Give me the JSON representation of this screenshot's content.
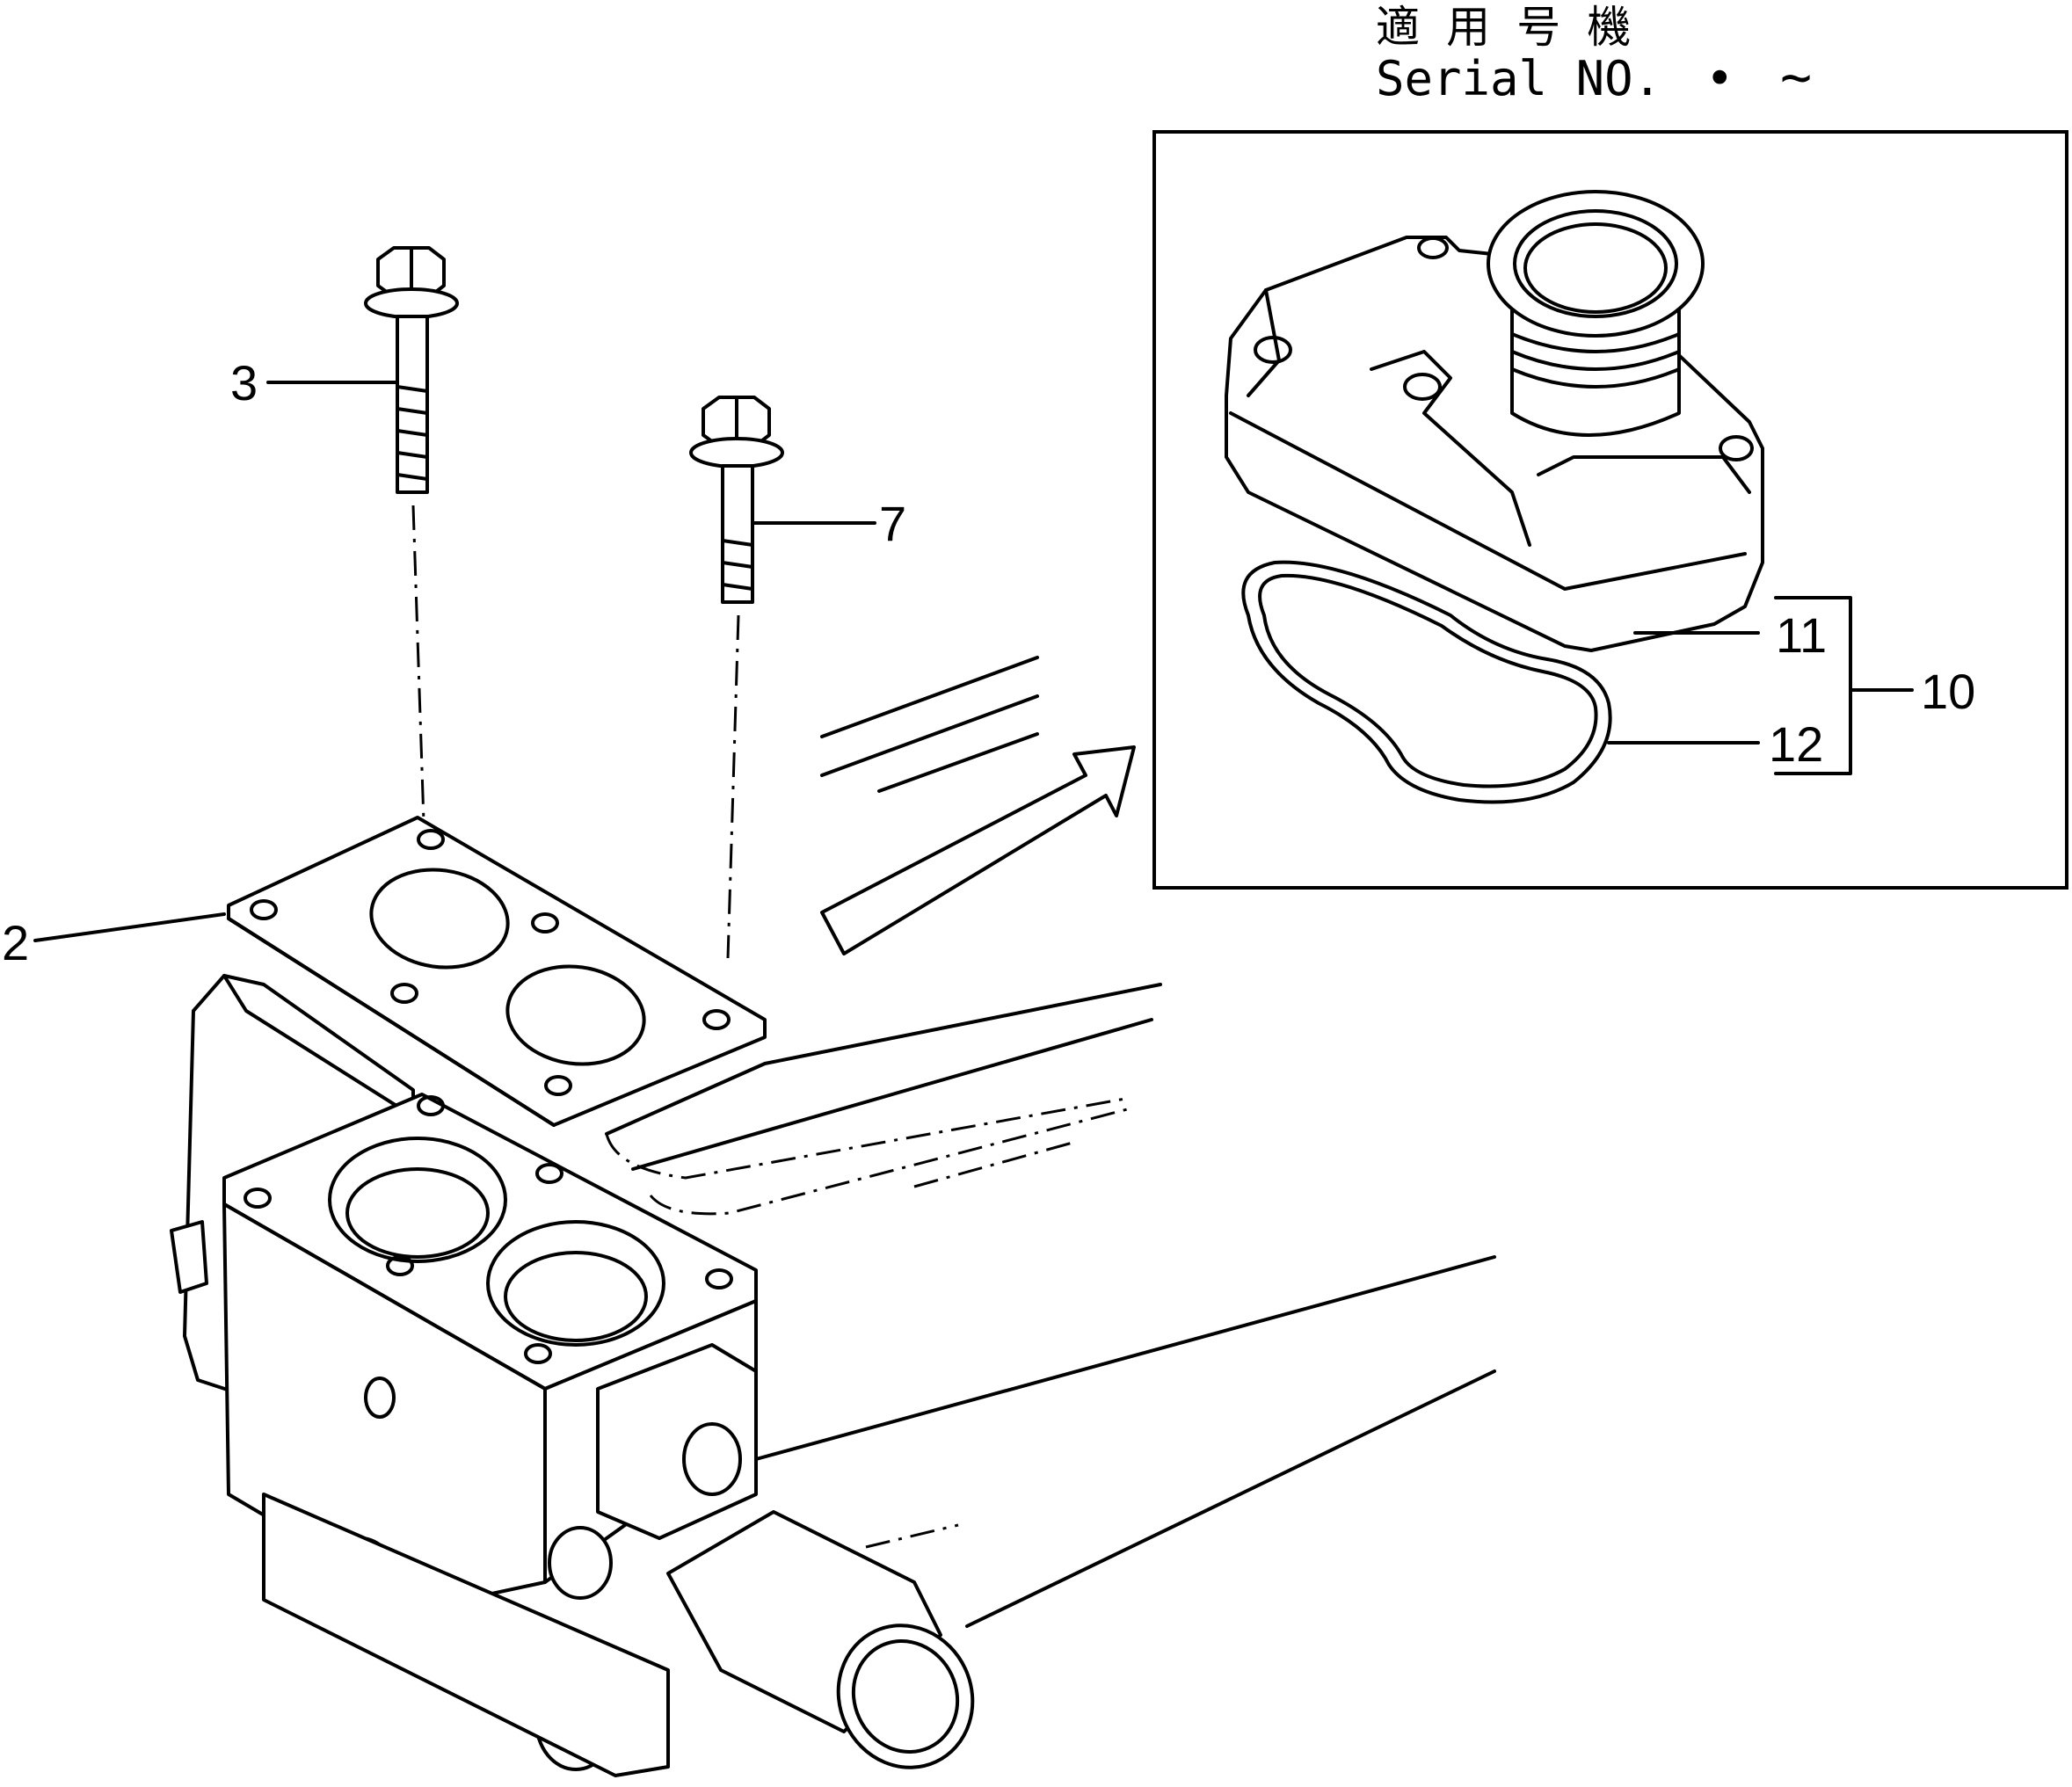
{
  "header": {
    "title_jp": "適 用 号 機",
    "serial_label": "Serial NO.",
    "serial_dot": "•",
    "serial_tilde": "~"
  },
  "callouts": {
    "bolt_left": "3",
    "bolt_right": "7",
    "gasket": "2",
    "housing_cover": "11",
    "kit": "10",
    "seal_ring": "12"
  }
}
